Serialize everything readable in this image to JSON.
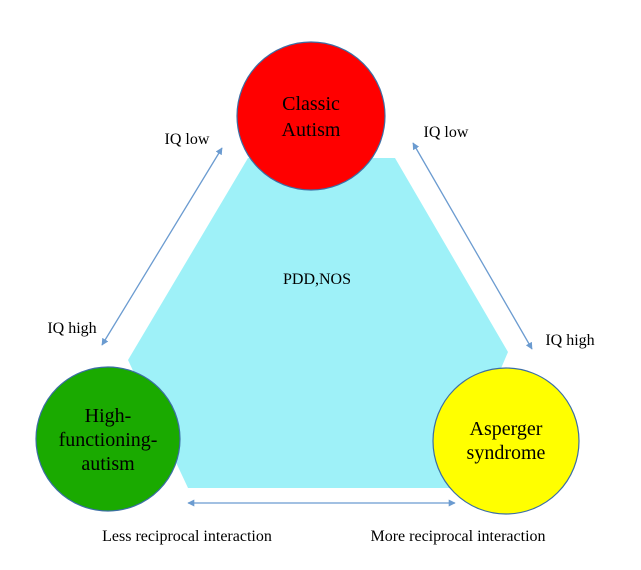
{
  "nodes": {
    "top": {
      "line1": "Classic",
      "line2": "Autism",
      "color": "#ff0000"
    },
    "left": {
      "line1": "High-",
      "line2": "functioning-",
      "line3": "autism",
      "color": "#1aaa00"
    },
    "right": {
      "line1": "Asperger",
      "line2": "syndrome",
      "color": "#ffff00"
    }
  },
  "center": {
    "label": "PDD,NOS",
    "color": "#9ef1f8"
  },
  "edges": {
    "left_top": "IQ low",
    "left_bottom": "IQ high",
    "right_top": "IQ low",
    "right_bottom": "IQ high",
    "bottom_left": "Less reciprocal interaction",
    "bottom_right": "More reciprocal interaction"
  },
  "colors": {
    "arrow": "#6b9bd0",
    "outline": "#3b6ea5"
  }
}
